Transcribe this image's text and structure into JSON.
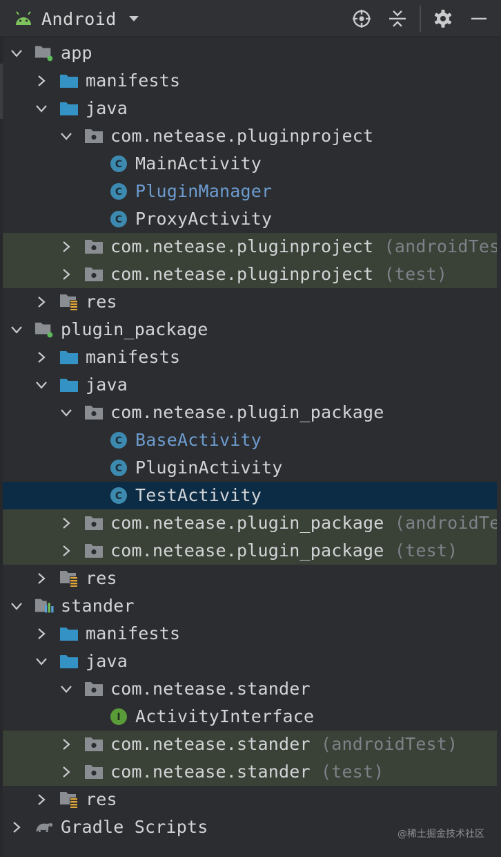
{
  "toolbar": {
    "view_title": "Android",
    "icons": [
      "android-icon",
      "dropdown-icon",
      "locate-icon",
      "collapse-all-icon",
      "gear-icon",
      "minimize-icon"
    ]
  },
  "colors": {
    "background": "#2b2d30",
    "test_row_background": "#3a4137",
    "selected_row_background": "#0c2b45",
    "folder": "#3592c4",
    "class_icon": "#3d8ab0",
    "interface_icon": "#5a9b3a",
    "link_text": "#6d9ccf"
  },
  "tree": [
    {
      "label": "app",
      "suffix": "",
      "icon": "module-icon",
      "depth": 0,
      "expanded": true,
      "style": "normal"
    },
    {
      "label": "manifests",
      "suffix": "",
      "icon": "folder-icon",
      "depth": 1,
      "expanded": false,
      "style": "normal"
    },
    {
      "label": "java",
      "suffix": "",
      "icon": "folder-icon",
      "depth": 1,
      "expanded": true,
      "style": "normal"
    },
    {
      "label": "com.netease.pluginproject",
      "suffix": "",
      "icon": "package-icon",
      "depth": 2,
      "expanded": true,
      "style": "normal"
    },
    {
      "label": "MainActivity",
      "suffix": "",
      "icon": "class-icon",
      "depth": 3,
      "leaf": true,
      "style": "normal"
    },
    {
      "label": "PluginManager",
      "suffix": "",
      "icon": "class-icon",
      "depth": 3,
      "leaf": true,
      "style": "link"
    },
    {
      "label": "ProxyActivity",
      "suffix": "",
      "icon": "class-icon",
      "depth": 3,
      "leaf": true,
      "style": "normal"
    },
    {
      "label": "com.netease.pluginproject",
      "suffix": "(androidTest)",
      "icon": "package-icon",
      "depth": 2,
      "expanded": false,
      "style": "test"
    },
    {
      "label": "com.netease.pluginproject",
      "suffix": "(test)",
      "icon": "package-icon",
      "depth": 2,
      "expanded": false,
      "style": "test"
    },
    {
      "label": "res",
      "suffix": "",
      "icon": "res-folder-icon",
      "depth": 1,
      "expanded": false,
      "style": "normal"
    },
    {
      "label": "plugin_package",
      "suffix": "",
      "icon": "module-icon",
      "depth": 0,
      "expanded": true,
      "style": "normal"
    },
    {
      "label": "manifests",
      "suffix": "",
      "icon": "folder-icon",
      "depth": 1,
      "expanded": false,
      "style": "normal"
    },
    {
      "label": "java",
      "suffix": "",
      "icon": "folder-icon",
      "depth": 1,
      "expanded": true,
      "style": "normal"
    },
    {
      "label": "com.netease.plugin_package",
      "suffix": "",
      "icon": "package-icon",
      "depth": 2,
      "expanded": true,
      "style": "normal"
    },
    {
      "label": "BaseActivity",
      "suffix": "",
      "icon": "class-icon",
      "depth": 3,
      "leaf": true,
      "style": "link"
    },
    {
      "label": "PluginActivity",
      "suffix": "",
      "icon": "class-icon",
      "depth": 3,
      "leaf": true,
      "style": "normal"
    },
    {
      "label": "TestActivity",
      "suffix": "",
      "icon": "class-icon",
      "depth": 3,
      "leaf": true,
      "style": "selected"
    },
    {
      "label": "com.netease.plugin_package",
      "suffix": "(androidTest)",
      "icon": "package-icon",
      "depth": 2,
      "expanded": false,
      "style": "test"
    },
    {
      "label": "com.netease.plugin_package",
      "suffix": "(test)",
      "icon": "package-icon",
      "depth": 2,
      "expanded": false,
      "style": "test"
    },
    {
      "label": "res",
      "suffix": "",
      "icon": "res-folder-icon",
      "depth": 1,
      "expanded": false,
      "style": "normal"
    },
    {
      "label": "stander",
      "suffix": "",
      "icon": "library-module-icon",
      "depth": 0,
      "expanded": true,
      "style": "normal"
    },
    {
      "label": "manifests",
      "suffix": "",
      "icon": "folder-icon",
      "depth": 1,
      "expanded": false,
      "style": "normal"
    },
    {
      "label": "java",
      "suffix": "",
      "icon": "folder-icon",
      "depth": 1,
      "expanded": true,
      "style": "normal"
    },
    {
      "label": "com.netease.stander",
      "suffix": "",
      "icon": "package-icon",
      "depth": 2,
      "expanded": true,
      "style": "normal"
    },
    {
      "label": "ActivityInterface",
      "suffix": "",
      "icon": "interface-icon",
      "depth": 3,
      "leaf": true,
      "style": "normal"
    },
    {
      "label": "com.netease.stander",
      "suffix": "(androidTest)",
      "icon": "package-icon",
      "depth": 2,
      "expanded": false,
      "style": "test"
    },
    {
      "label": "com.netease.stander",
      "suffix": "(test)",
      "icon": "package-icon",
      "depth": 2,
      "expanded": false,
      "style": "test"
    },
    {
      "label": "res",
      "suffix": "",
      "icon": "res-folder-icon",
      "depth": 1,
      "expanded": false,
      "style": "normal"
    },
    {
      "label": "Gradle Scripts",
      "suffix": "",
      "icon": "gradle-icon",
      "depth": 0,
      "expanded": false,
      "style": "normal"
    }
  ],
  "watermark": "@稀土掘金技术社区"
}
